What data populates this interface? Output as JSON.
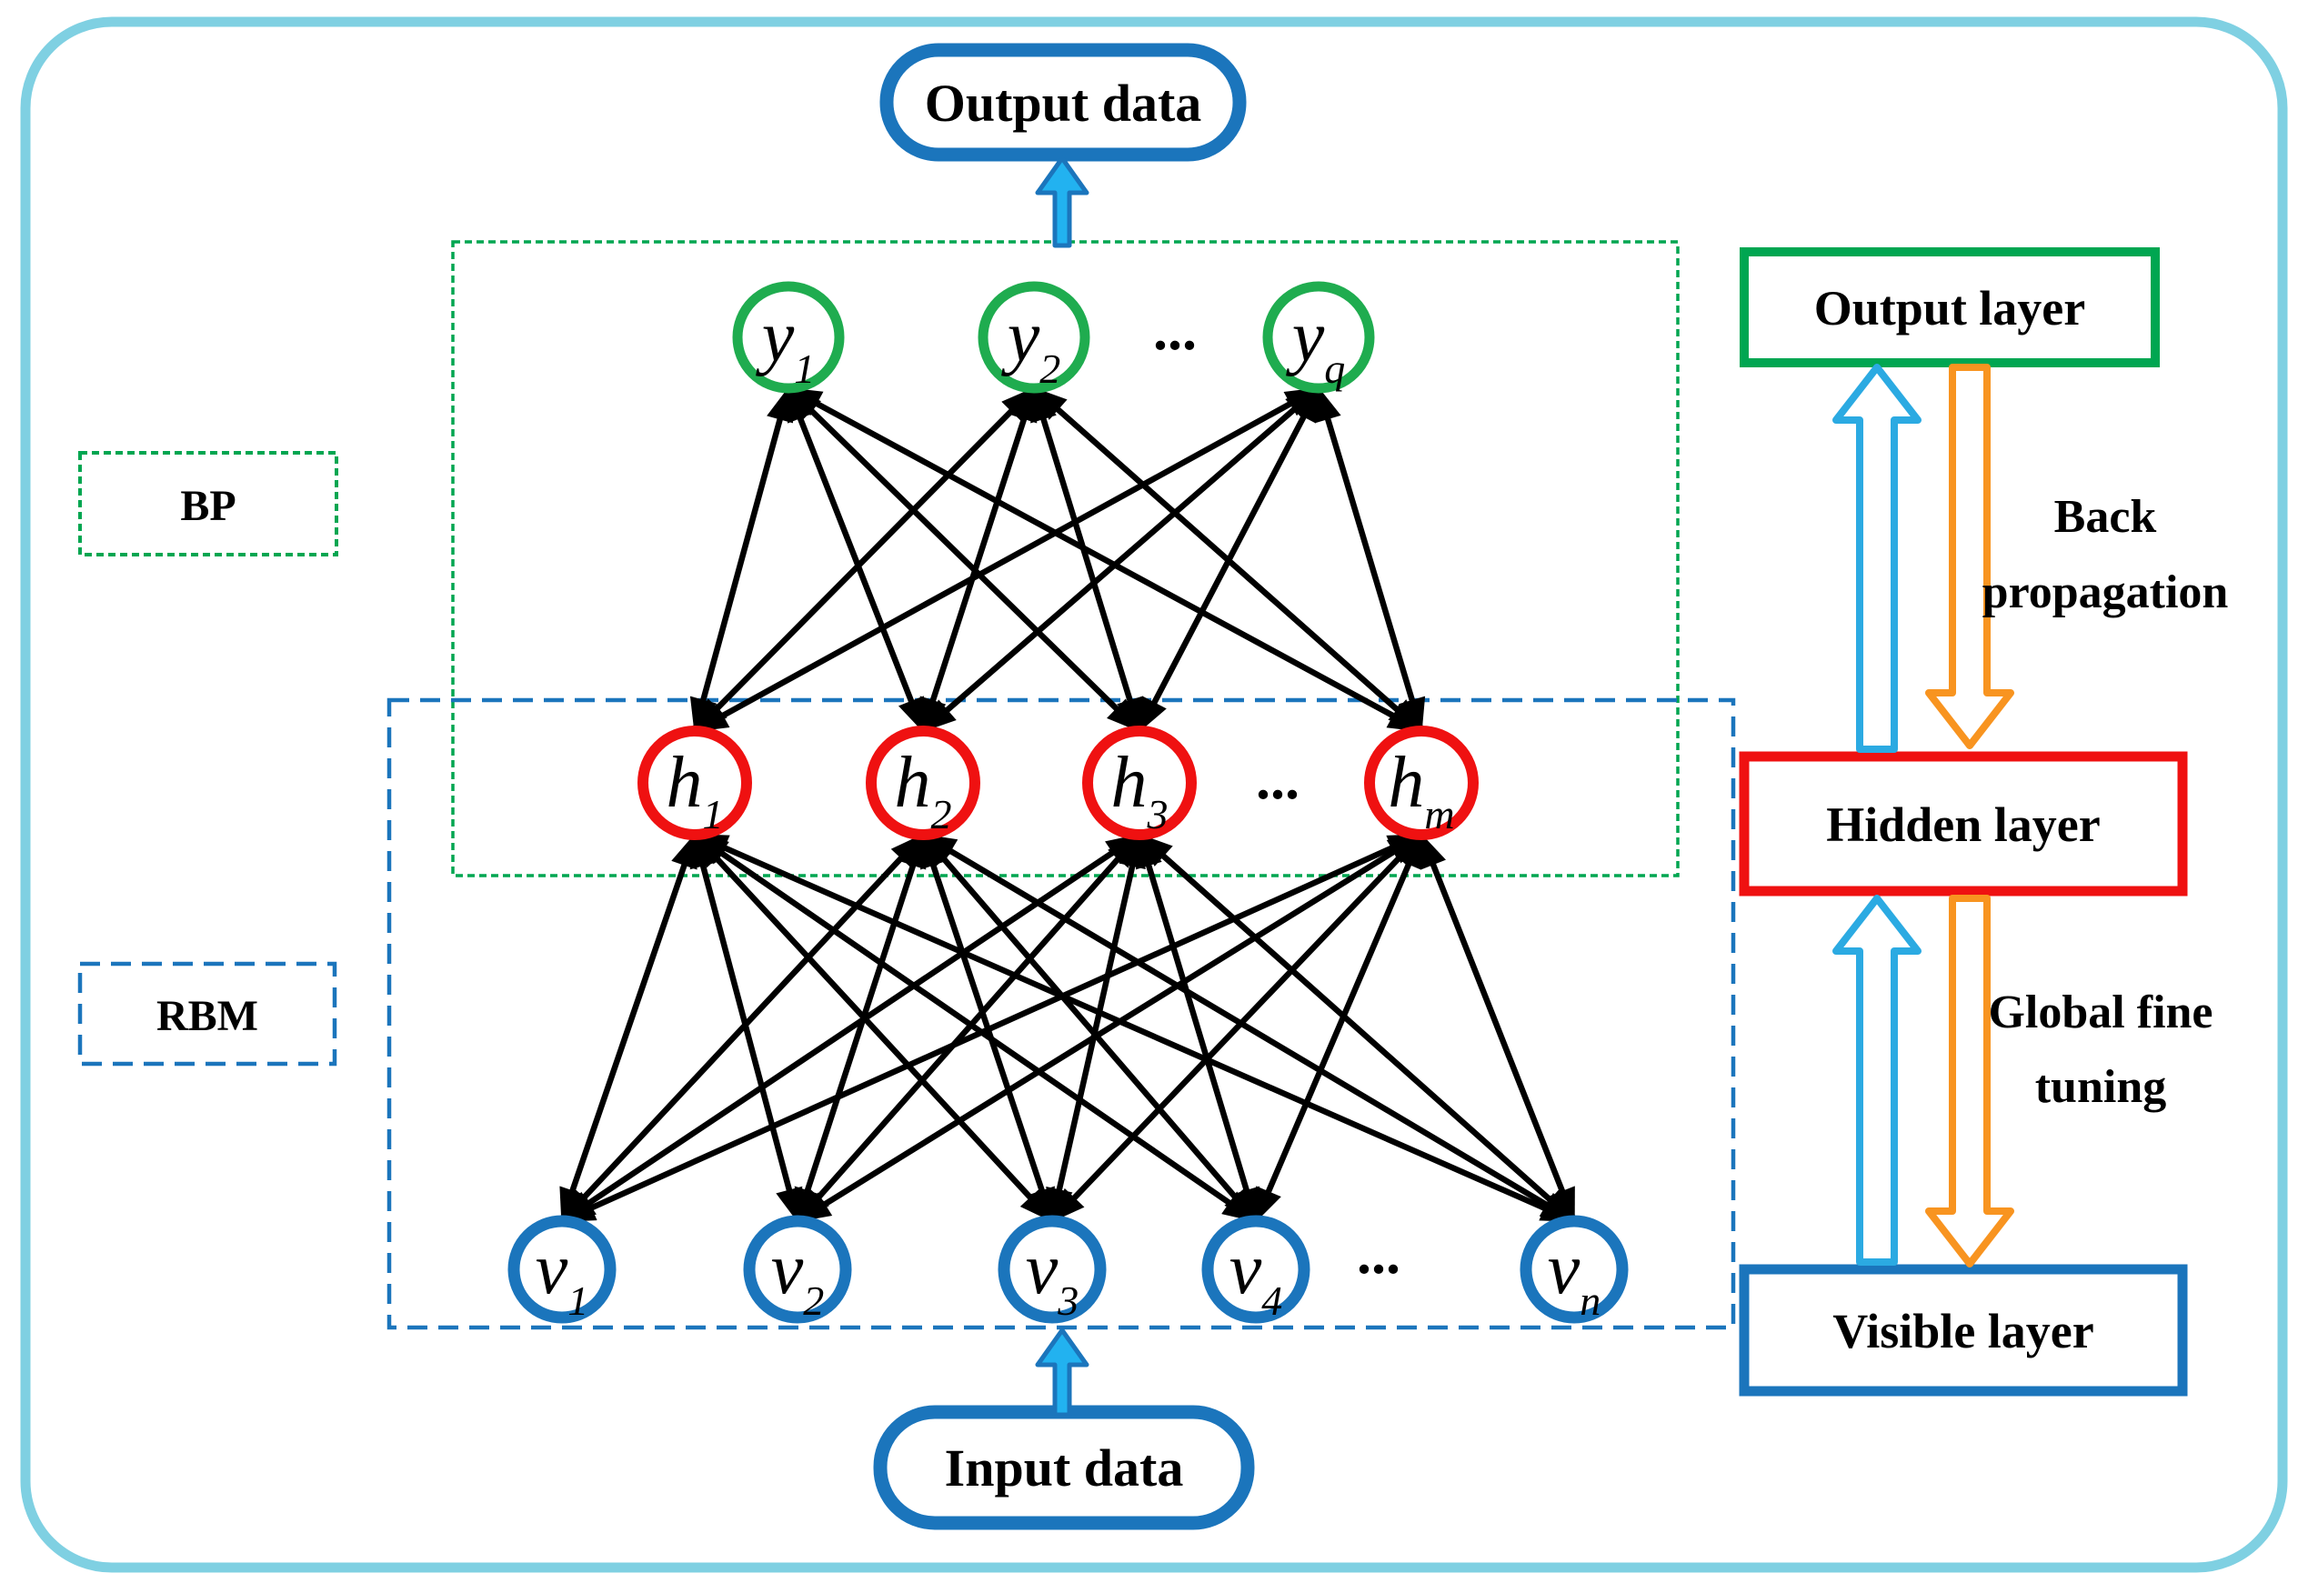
{
  "diagram": {
    "title_boxes": {
      "output_data": "Output data",
      "input_data": "Input data"
    },
    "module_labels": {
      "bp": "BP",
      "rbm": "RBM"
    },
    "layer_boxes": {
      "output": "Output layer",
      "hidden": "Hidden layer",
      "visible": "Visible layer"
    },
    "process_labels": {
      "back_propagation": [
        "Back",
        "propagation"
      ],
      "global_fine_tuning": [
        "Global fine",
        "tuning"
      ]
    },
    "layers": {
      "output": {
        "dots": "...",
        "nodes": [
          {
            "base": "y",
            "sub": "1"
          },
          {
            "base": "y",
            "sub": "2"
          },
          {
            "base": "y",
            "sub": "q"
          }
        ]
      },
      "hidden": {
        "dots": "...",
        "nodes": [
          {
            "base": "h",
            "sub": "1"
          },
          {
            "base": "h",
            "sub": "2"
          },
          {
            "base": "h",
            "sub": "3"
          },
          {
            "base": "h",
            "sub": "m"
          }
        ]
      },
      "visible": {
        "dots": "...",
        "nodes": [
          {
            "base": "v",
            "sub": "1"
          },
          {
            "base": "v",
            "sub": "2"
          },
          {
            "base": "v",
            "sub": "3"
          },
          {
            "base": "v",
            "sub": "4"
          },
          {
            "base": "v",
            "sub": "n"
          }
        ]
      }
    },
    "palette": {
      "deep_blue": "#1B75BC",
      "green": "#00A651",
      "node_green": "#1FAC4F",
      "red": "#EF1111",
      "cyan_fill": "#22B2F0",
      "cyan_outline": "#2BAAE2",
      "orange": "#F89420",
      "frame": "#7FD0E2",
      "line": "#000000"
    }
  }
}
